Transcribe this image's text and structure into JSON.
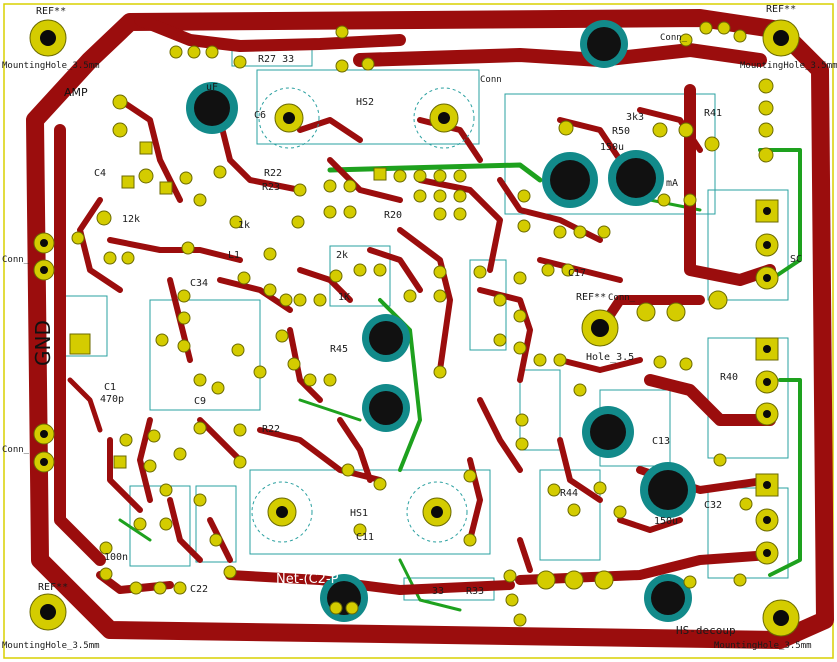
{
  "labels": {
    "gnd": "GND",
    "net_c2": "Net-(C2-P",
    "hs_decoupling": "HS-decoup",
    "hs2": "HS2",
    "hs1": "HS1",
    "ref_top_left": "REF**",
    "ref_top_right": "REF**",
    "ref_bot_left": "REF**",
    "ref_mid_right": "REF**",
    "mount_tl": "MountingHole_3.5mm",
    "mount_tr": "MountingHole_3.5mm",
    "mount_bl": "MountingHole_3.5mm",
    "mount_br": "MountingHole_3.5mm",
    "mount_center": "Hole_3.5",
    "conn_tl": "Conn_",
    "conn_tr": "Conn",
    "conn_left1": "Conn_",
    "conn_left2": "Conn_",
    "conn_right": "Conn_",
    "amp": "AMP",
    "r27": "R27 33",
    "r33": "33",
    "r33b": "R33",
    "r23": "R23",
    "r22": "R22",
    "r22b": "R22",
    "r50": "R50",
    "r40": "R40",
    "r41": "R41",
    "r44": "R44",
    "r45": "R45",
    "c1": "C1",
    "c4": "C4",
    "c6": "C6",
    "c9": "C9",
    "c11": "C11",
    "c13": "C13",
    "c17": "C17",
    "c22": "C22",
    "c32": "C32",
    "c34": "C34",
    "l1": "L1",
    "k1": "1k",
    "k12": "12k",
    "k1b": "1K",
    "uf150": "150u",
    "uf150b": "150u",
    "uf": "uF",
    "k2": "2k",
    "k3": "3k3",
    "n47": "470p",
    "n100": "100n",
    "rf": "R20",
    "sc": "SC",
    "ma": "mA"
  }
}
